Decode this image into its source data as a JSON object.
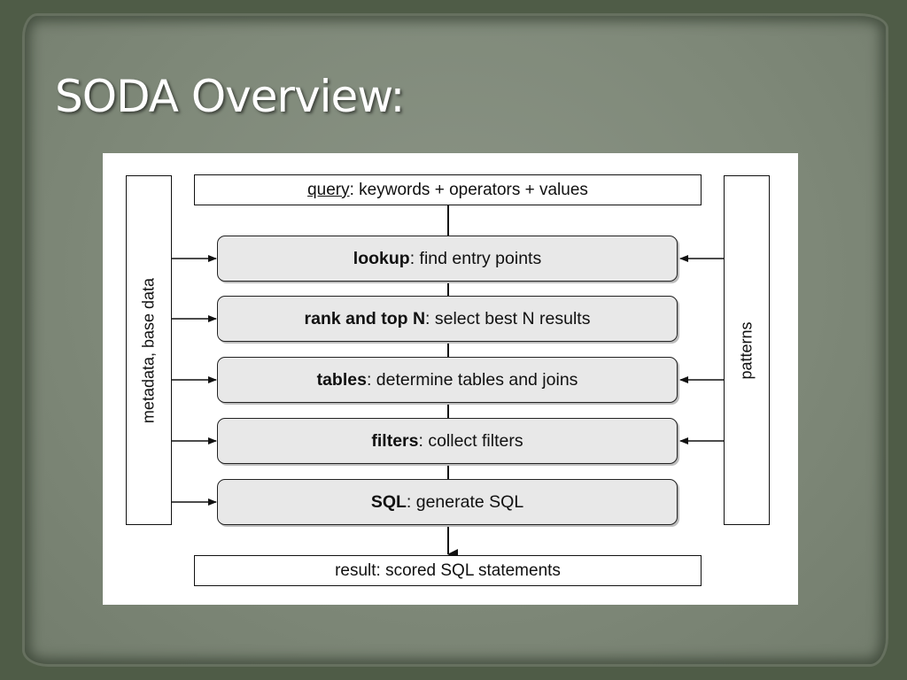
{
  "slide": {
    "title": "SODA Overview:"
  },
  "diagram": {
    "input_box": {
      "term": "query",
      "rest": ": keywords + operators + values"
    },
    "stages": [
      {
        "term": "lookup",
        "rest": ": find entry points"
      },
      {
        "term": "rank and top N",
        "rest": ": select best N results"
      },
      {
        "term": "tables",
        "rest": ": determine tables and joins"
      },
      {
        "term": "filters",
        "rest": ": collect filters"
      },
      {
        "term": "SQL",
        "rest": ": generate SQL"
      }
    ],
    "output_box": {
      "text": "result: scored SQL statements"
    },
    "left_source": "metadata, base data",
    "right_source": "patterns"
  }
}
